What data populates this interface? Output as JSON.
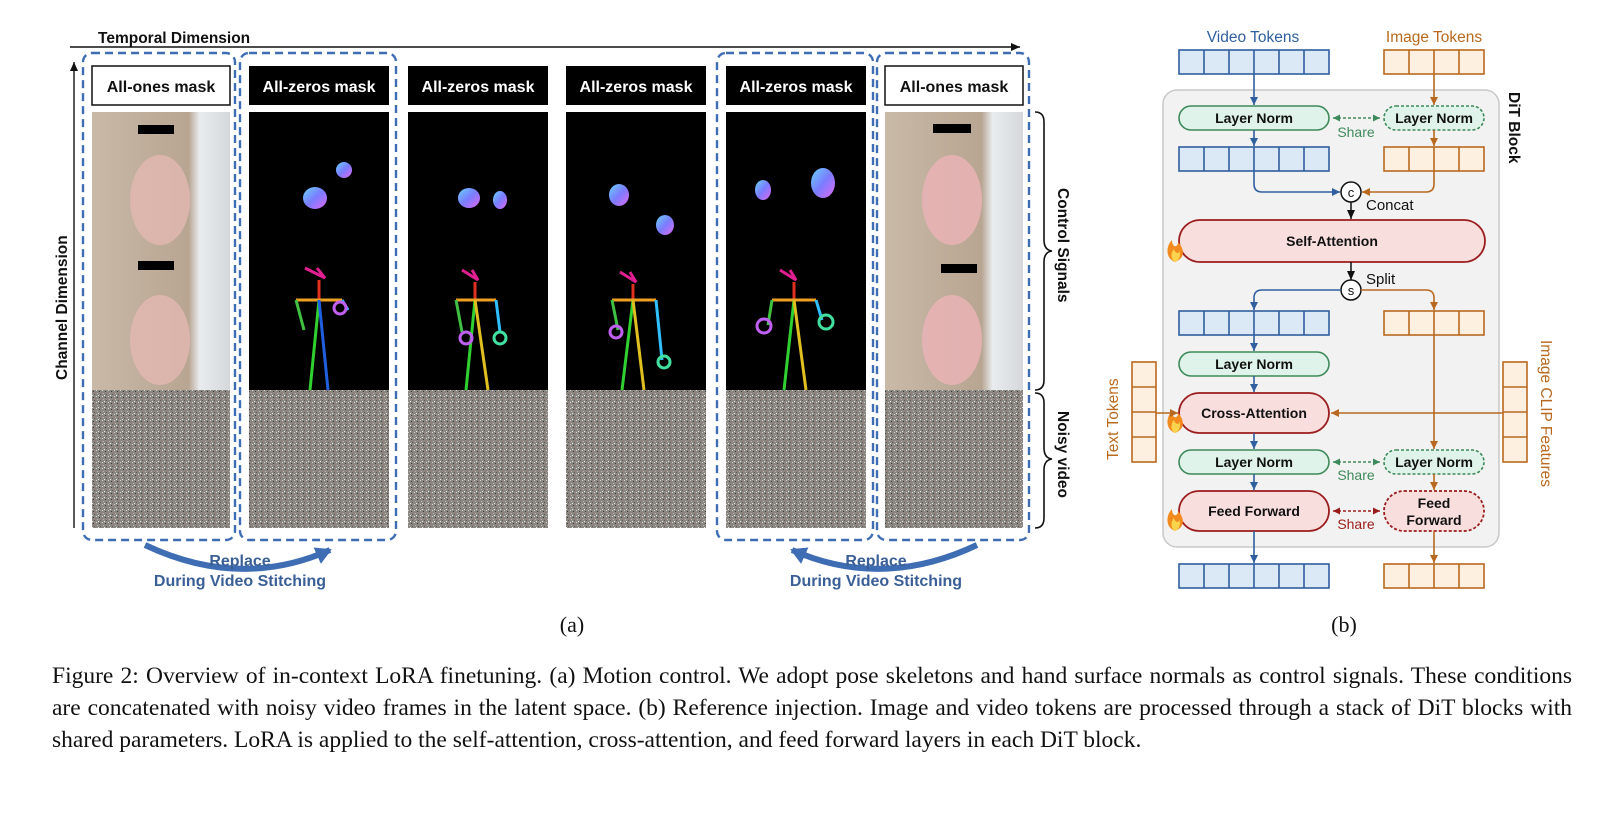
{
  "panel_a": {
    "temporal_axis_label": "Temporal Dimension",
    "channel_axis_label": "Channel Dimension",
    "columns": [
      {
        "mask_label": "All-ones mask",
        "mask_style": "light"
      },
      {
        "mask_label": "All-zeros mask",
        "mask_style": "dark"
      },
      {
        "mask_label": "All-zeros mask",
        "mask_style": "dark"
      },
      {
        "mask_label": "All-zeros mask",
        "mask_style": "dark"
      },
      {
        "mask_label": "All-zeros mask",
        "mask_style": "dark"
      },
      {
        "mask_label": "All-ones mask",
        "mask_style": "light"
      }
    ],
    "brace_control": "Control Signals",
    "brace_noisy": "Noisy video",
    "replace_left": {
      "line1": "Replace",
      "line2": "During Video Stitching"
    },
    "replace_right": {
      "line1": "Replace",
      "line2": "During Video Stitching"
    },
    "sublabel": "(a)"
  },
  "panel_b": {
    "video_tokens": "Video Tokens",
    "image_tokens": "Image Tokens",
    "dit_block": "DiT Block",
    "layer_norm": "Layer Norm",
    "share": "Share",
    "concat_symbol": "c",
    "concat": "Concat",
    "self_attention": "Self-Attention",
    "split_symbol": "s",
    "split": "Split",
    "cross_attention": "Cross-Attention",
    "feed_forward": "Feed Forward",
    "feed_forward_right_1": "Feed",
    "feed_forward_right_2": "Forward",
    "text_tokens": "Text Tokens",
    "image_clip": "Image CLIP Features",
    "sublabel": "(b)",
    "colors": {
      "video": "#2f5f9e",
      "image": "#b8691f",
      "share_green": "#3f8a5a",
      "share_red": "#9b1c1c",
      "token_fill_blue": "#dbe9f7",
      "token_fill_orange": "#fdf0e0",
      "norm_fill": "#dff3ea",
      "norm_stroke": "#3f8a5a",
      "attn_fill": "#f9dede",
      "attn_stroke": "#9b1c1c",
      "block_fill": "#f2f2f2"
    }
  },
  "caption": "Figure 2: Overview of in-context LoRA finetuning. (a) Motion control. We adopt pose skeletons and hand surface normals as control signals. These conditions are concatenated with noisy video frames in the latent space. (b) Reference injection. Image and video tokens are processed through a stack of DiT blocks with shared parameters. LoRA is applied to the self-attention, cross-attention, and feed forward layers in each DiT block."
}
